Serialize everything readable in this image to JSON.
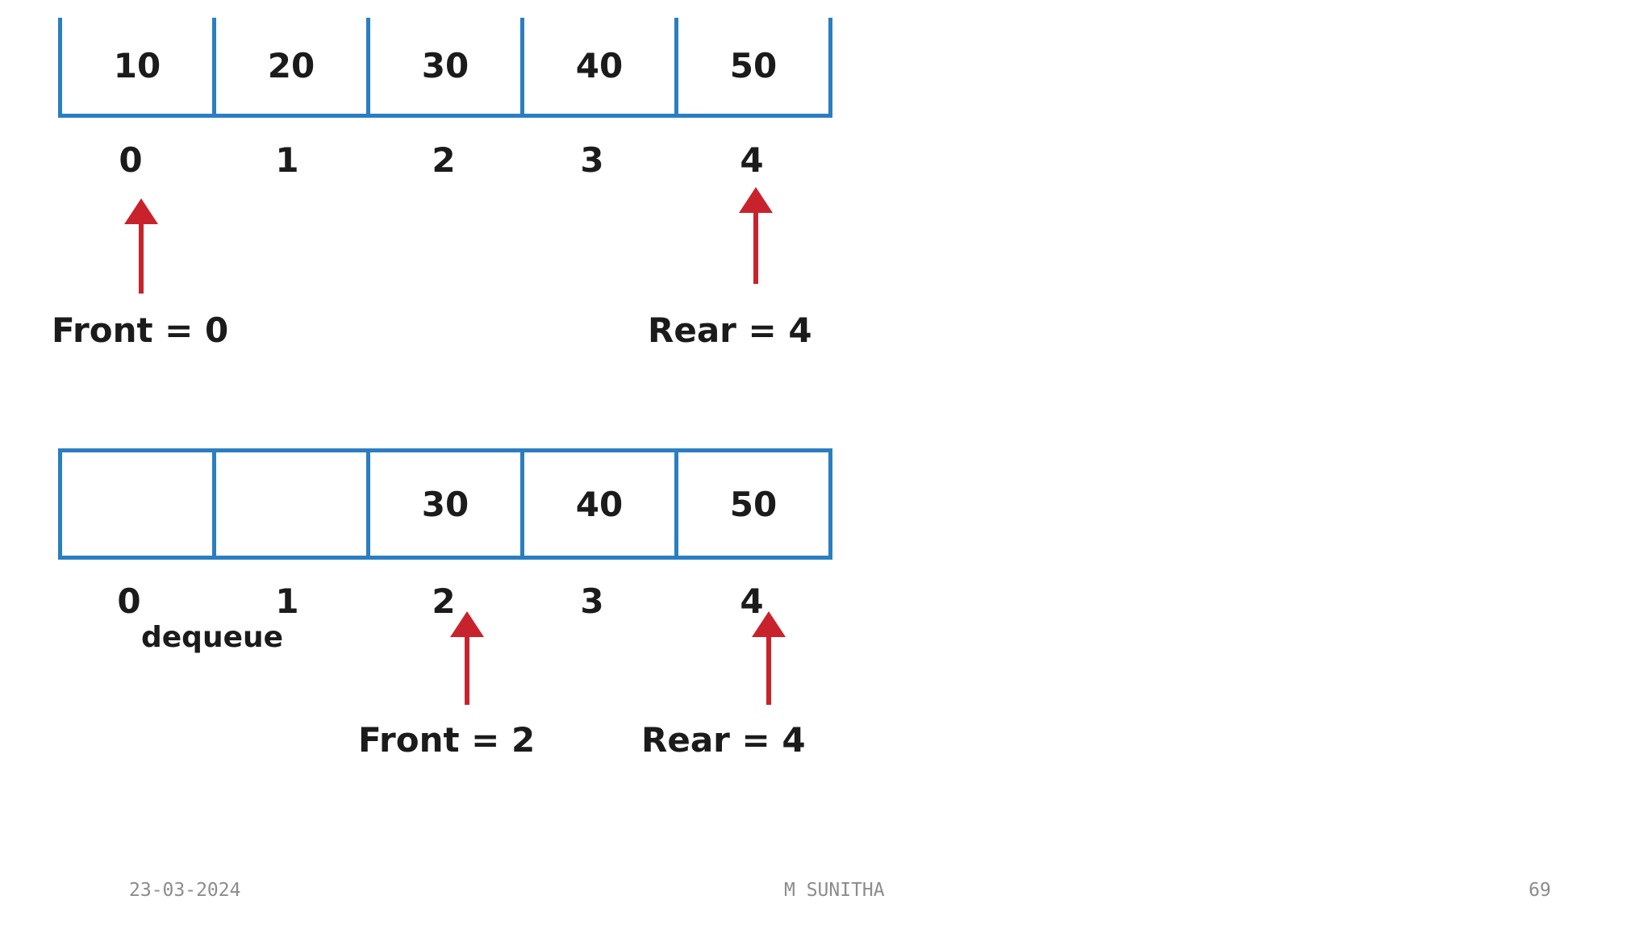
{
  "diagram": {
    "before": {
      "cells": [
        "10",
        "20",
        "30",
        "40",
        "50"
      ],
      "indices": [
        "0",
        "1",
        "2",
        "3",
        "4"
      ],
      "front_label": "Front = 0",
      "rear_label": "Rear  = 4"
    },
    "after": {
      "cells": [
        "",
        "",
        "30",
        "40",
        "50"
      ],
      "indices": [
        "0",
        "1",
        "2",
        "3",
        "4"
      ],
      "operation_label": "dequeue",
      "front_label": "Front  = 2",
      "rear_label": "Rear  = 4"
    },
    "colors": {
      "cell_border": "#2a7ec1",
      "arrow": "#c8232c",
      "text": "#1b1b1b",
      "footer_text": "#8c8c8c"
    }
  },
  "footer": {
    "date": "23-03-2024",
    "author": "M SUNITHA",
    "page_number": "69"
  }
}
